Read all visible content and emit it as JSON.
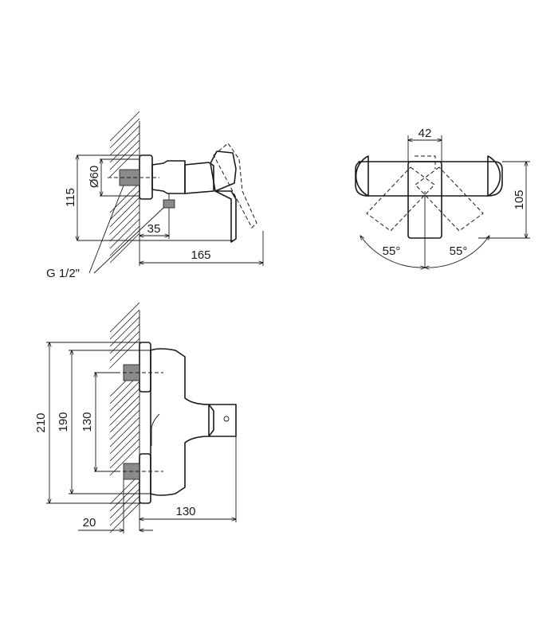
{
  "side_view": {
    "height_label": "115",
    "diameter_label": "Ø60",
    "offset_label": "35",
    "depth_label": "165",
    "thread_label": "G 1/2\""
  },
  "top_view": {
    "width_label": "42",
    "height_label": "105",
    "angle_left_label": "55°",
    "angle_right_label": "55°"
  },
  "front_view": {
    "overall_height_label": "210",
    "flange_height_label": "190",
    "centers_label": "130",
    "depth_label": "130",
    "wall_offset_label": "20"
  }
}
